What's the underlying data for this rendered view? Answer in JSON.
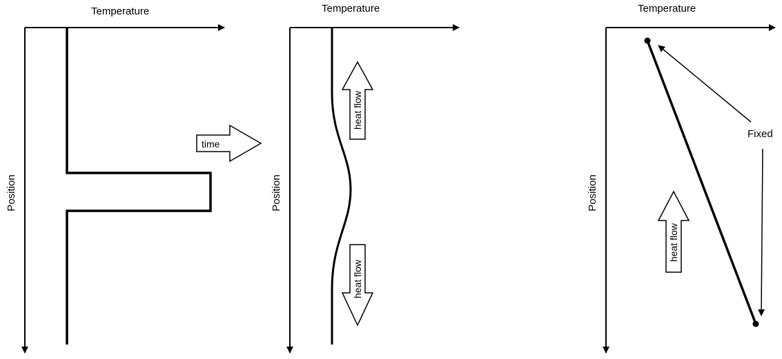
{
  "colors": {
    "ink": "#000000",
    "background": "#ffffff"
  },
  "panels": [
    {
      "x_axis_label": "Temperature",
      "y_axis_label": "Position"
    },
    {
      "x_axis_label": "Temperature",
      "y_axis_label": "Position",
      "heat_flow_up_label": "heat flow",
      "heat_flow_down_label": "heat flow"
    },
    {
      "x_axis_label": "Temperature",
      "y_axis_label": "Position",
      "heat_flow_label": "heat flow",
      "fixed_label": "Fixed"
    }
  ],
  "time_arrow_label": "time"
}
